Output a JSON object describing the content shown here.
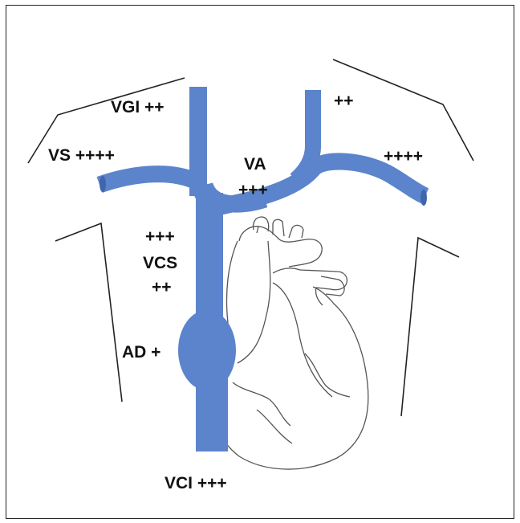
{
  "labels": {
    "vgi": "VGI ++",
    "vs": "VS ++++",
    "va": "VA",
    "va_grade": "+++",
    "left_upper": "++",
    "left_lateral": "++++",
    "vcs_upper": "+++",
    "vcs": "VCS",
    "vcs_lower": "++",
    "ad": "AD +",
    "vci": "VCI +++"
  },
  "colors": {
    "vein": "#5b84cc",
    "vein_outline": "#3f66ad",
    "outline": "#222222",
    "heart_stroke": "#555555"
  }
}
